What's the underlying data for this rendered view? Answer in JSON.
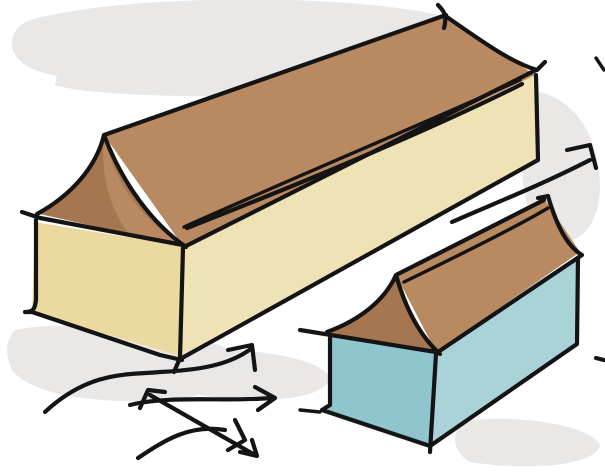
{
  "scene": {
    "kind": "hand-drawn sketch",
    "background_color": "#ffffff",
    "smudge_color": "#d9d6d3",
    "ink_color": "#141414"
  },
  "buildings": [
    {
      "name": "large-building",
      "roof_color": "#b98a62",
      "roof_shade_color": "#a67650",
      "wall_front_color": "#ecd9a0",
      "wall_side_color": "#efe2b4"
    },
    {
      "name": "small-building",
      "roof_color": "#b98a62",
      "roof_shade_color": "#a67650",
      "wall_front_color": "#8ec5cf",
      "wall_side_color": "#a9d3d9"
    }
  ],
  "wind_arrows": {
    "count": 6
  }
}
